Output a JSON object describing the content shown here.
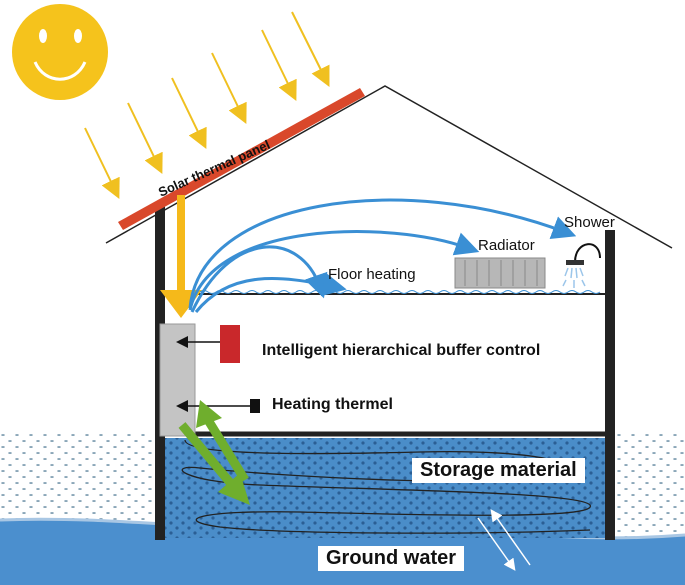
{
  "labels": {
    "solar_panel": "Solar thermal panel",
    "shower": "Shower",
    "radiator": "Radiator",
    "floor_heating": "Floor heating",
    "buffer_control": "Intelligent hierarchical buffer control",
    "heating_thermel": "Heating thermel",
    "storage_material": "Storage material",
    "ground_water": "Ground water"
  },
  "colors": {
    "sun": "#f5c31c",
    "sun_rays": "#f0c020",
    "panel": "#d9482b",
    "pipes_blue": "#3a8fd4",
    "storage_arrows": "#6fae2d",
    "buffer_box": "#c9282b",
    "ground_water": "#4b8fce",
    "house_frame": "#222222"
  }
}
